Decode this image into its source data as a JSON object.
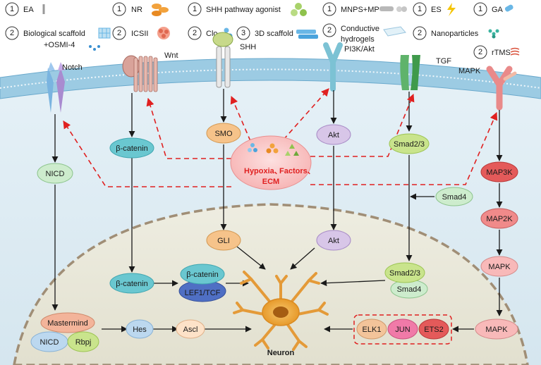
{
  "legend": {
    "row1": [
      {
        "num": "1",
        "label": "EA"
      },
      {
        "num": "1",
        "label": "NR"
      },
      {
        "num": "1",
        "label": "SHH pathway agonist"
      },
      {
        "num": "1",
        "label": "MNPS+MP"
      },
      {
        "num": "1",
        "label": "ES"
      },
      {
        "num": "1",
        "label": "GA"
      }
    ],
    "row2": [
      {
        "num": "2",
        "label": "Biological scaffold",
        "label2": "+OSMI-4"
      },
      {
        "num": "2",
        "label": "ICSII"
      },
      {
        "num": "2",
        "label": "Clo"
      },
      {
        "num": "3",
        "label": "3D scaffold"
      },
      {
        "num": "2",
        "label": "Conductive",
        "label2": "hydrogels"
      },
      {
        "num": "2",
        "label": "Nanoparticles"
      }
    ],
    "row3": [
      {
        "num": "2",
        "label": "rTMS"
      }
    ]
  },
  "receptors": {
    "notch": "Notch",
    "wnt": "Wnt",
    "shh": "SHH",
    "pi3k": "PI3K/Akt",
    "tgf": "TGF",
    "mapk": "MAPK"
  },
  "nodes": {
    "nicd": "NICD",
    "beta_catenin": "β-catenin",
    "smo": "SMO",
    "akt": "Akt",
    "smad23": "Smad2/3",
    "smad4": "Smad4",
    "map3k": "MAP3K",
    "map2k": "MAP2K",
    "mapk": "MAPK",
    "gli": "GLI",
    "akt_nuc": "Akt",
    "beta_catenin_nuc": "β-catenin",
    "beta_catenin_complex": "β-catenin",
    "lef1_tcf": "LEF1/TCF",
    "smad23_nuc": "Smad2/3",
    "smad4_nuc": "Smad4",
    "mapk_nuc": "MAPK",
    "mastermind": "Mastermind",
    "nicd_nuc": "NICD",
    "rbpj": "Rbpj",
    "hes": "Hes",
    "ascl": "Ascl",
    "elk1": "ELK1",
    "jun": "JUN",
    "ets2": "ETS2"
  },
  "center": {
    "line1_a": "Hypoxia、",
    "line1_b": "Factors、",
    "line2": "ECM"
  },
  "neuron_label": "Neuron",
  "colors": {
    "membrane": "#8ec3df",
    "cytoplasm": "#dcebf3",
    "nucleus": "#e7e6d6",
    "accent_red": "#e02020",
    "arrow": "#1a1a1a"
  }
}
